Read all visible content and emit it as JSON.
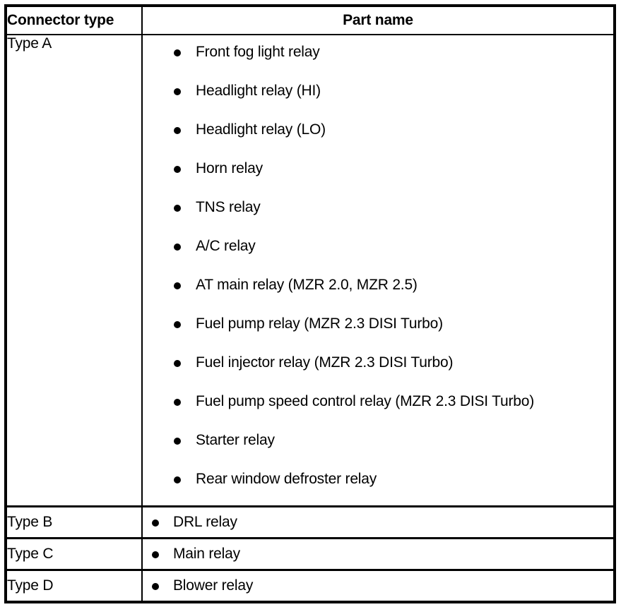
{
  "table": {
    "columns": [
      {
        "key": "connector_type",
        "label": "Connector type"
      },
      {
        "key": "part_name",
        "label": "Part name"
      }
    ],
    "rows": [
      {
        "connector_type": "Type A",
        "parts": [
          "Front fog light relay",
          "Headlight relay (HI)",
          "Headlight relay (LO)",
          "Horn relay",
          "TNS relay",
          "A/C relay",
          "AT main relay (MZR 2.0, MZR 2.5)",
          "Fuel pump relay (MZR 2.3 DISI Turbo)",
          "Fuel injector relay (MZR 2.3 DISI Turbo)",
          "Fuel pump speed control relay (MZR 2.3 DISI Turbo)",
          "Starter relay",
          "Rear window defroster relay"
        ]
      },
      {
        "connector_type": "Type B",
        "parts": [
          "DRL relay"
        ]
      },
      {
        "connector_type": "Type C",
        "parts": [
          "Main relay"
        ]
      },
      {
        "connector_type": "Type D",
        "parts": [
          "Blower relay"
        ]
      }
    ]
  },
  "bullet_glyph": "bullet-dot-icon",
  "colors": {
    "border": "#000000",
    "text": "#000000",
    "background": "#ffffff"
  }
}
